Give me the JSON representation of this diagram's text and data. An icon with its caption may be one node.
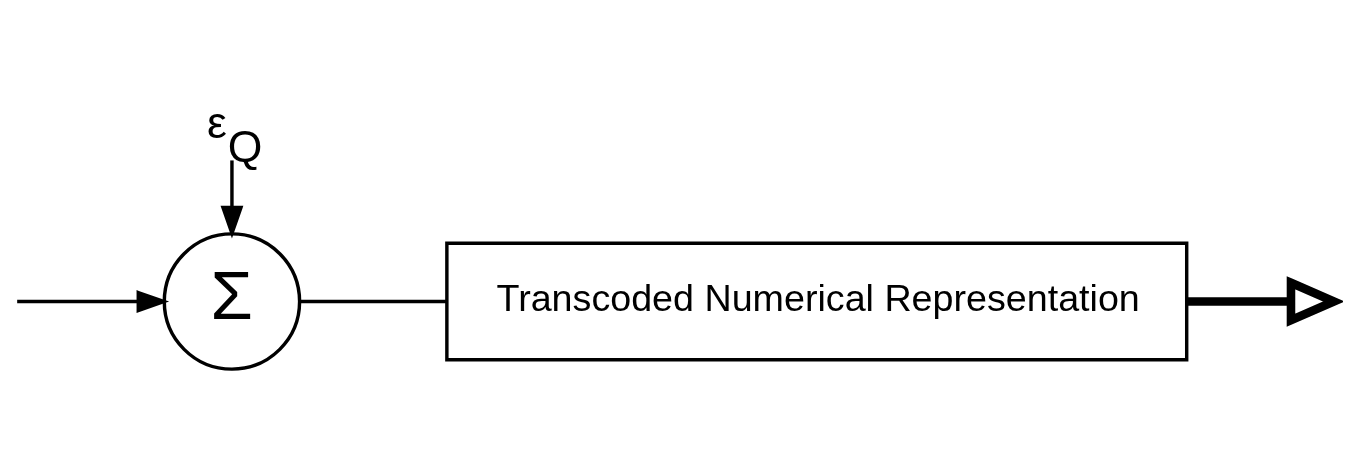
{
  "diagram": {
    "nodes": [
      {
        "text": [
          "Σ"
        ]
      },
      {
        "text": [
          "Transcoded Numerical Representation"
        ]
      },
      {
        "text": [
          "ε$_{Q}$"
        ]
      }
    ],
    "edges": [
      {
        "from": null,
        "to": 0,
        "arrow": "to"
      },
      {
        "from": 2,
        "to": 0,
        "arrow": "to"
      },
      {
        "from": 0,
        "to": 1,
        "arrow": "none"
      },
      {
        "from": 1,
        "to": null,
        "arrow": "to",
        "style": "thick"
      }
    ]
  }
}
